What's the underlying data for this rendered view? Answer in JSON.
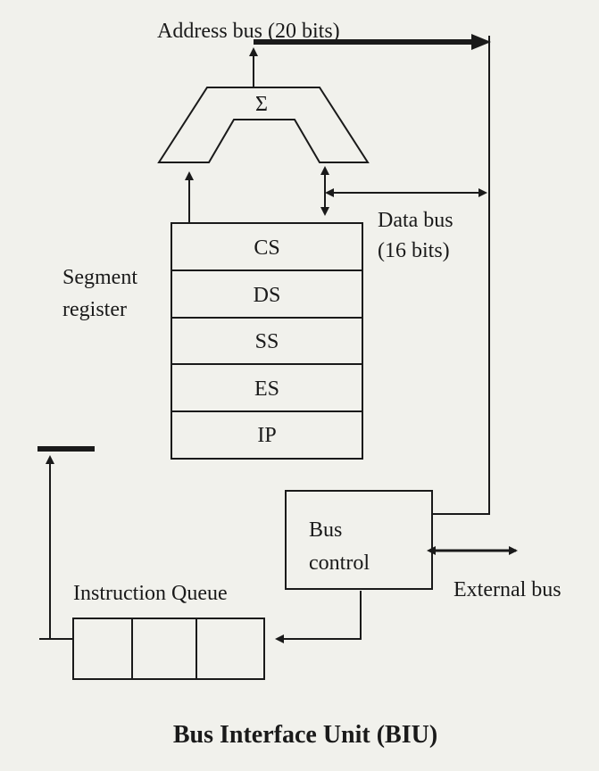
{
  "labels": {
    "address_bus": "Address bus (20 bits)",
    "adder_symbol": "Σ",
    "data_bus_line1": "Data bus",
    "data_bus_line2": "(16 bits)",
    "segment_register_line1": "Segment",
    "segment_register_line2": "register",
    "bus_control_line1": "Bus",
    "bus_control_line2": "control",
    "external_bus": "External bus",
    "instruction_queue": "Instruction Queue"
  },
  "registers": [
    "CS",
    "DS",
    "SS",
    "ES",
    "IP"
  ],
  "caption": "Bus Interface Unit (BIU)"
}
